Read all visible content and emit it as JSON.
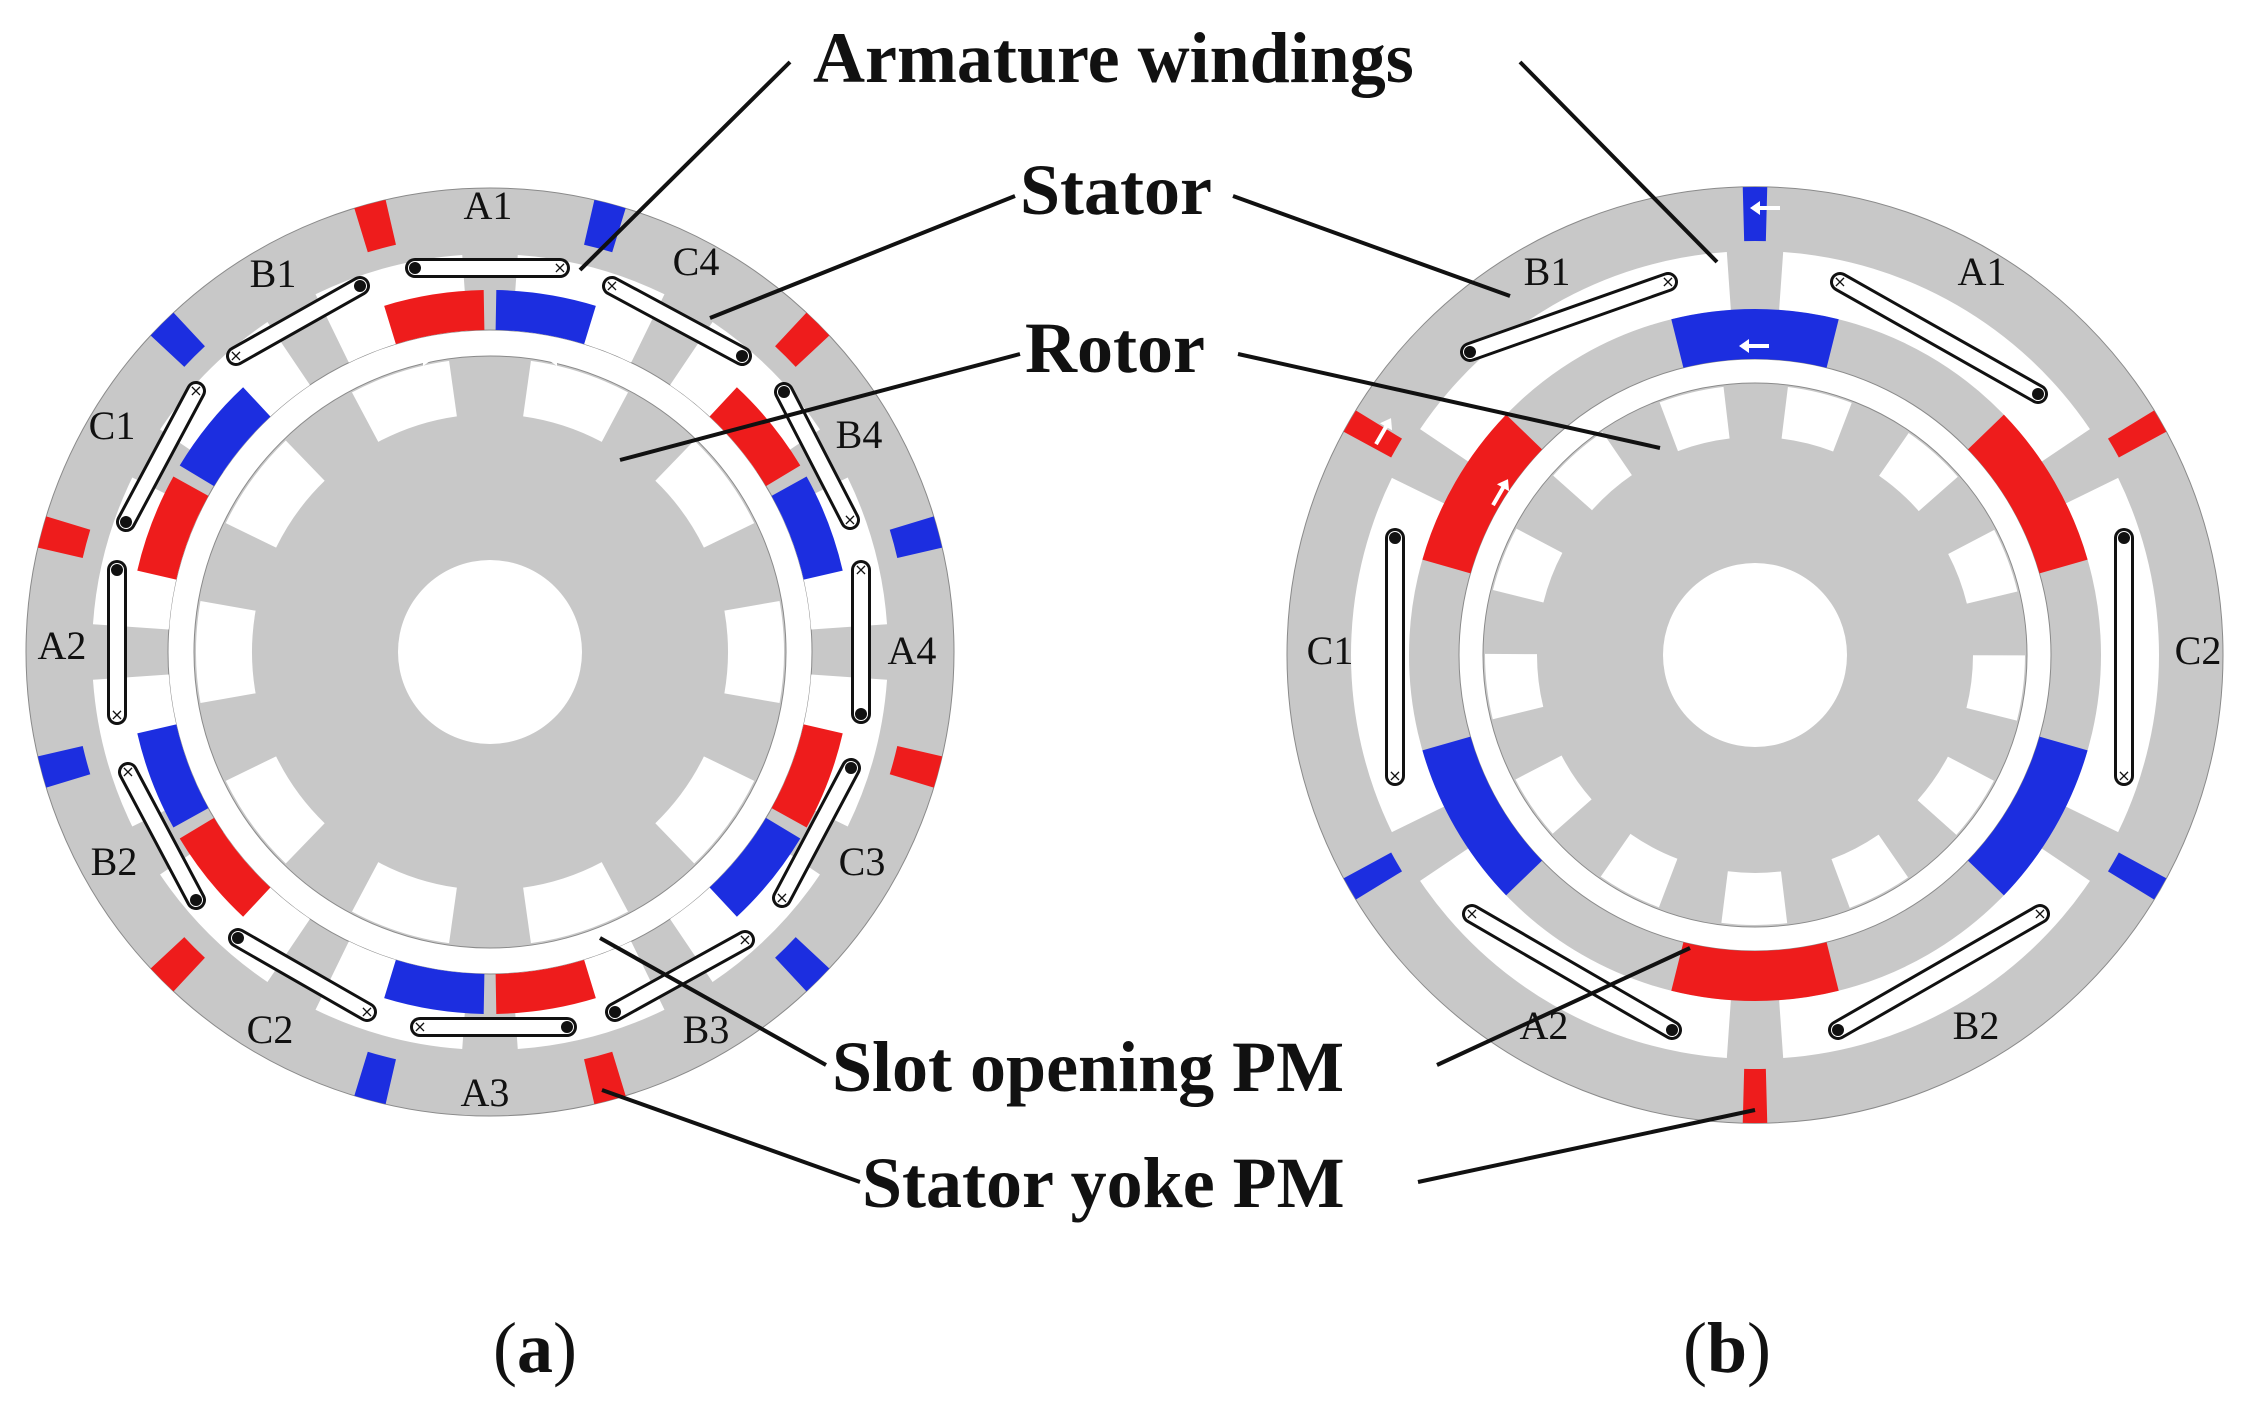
{
  "colors": {
    "iron": "#c8c8c8",
    "slot": "#ffffff",
    "pm_north": "#ee1c1c",
    "pm_south": "#1c2ee0",
    "outline": "#8a8a8a",
    "leader": "#111111"
  },
  "callouts": {
    "armature_windings": "Armature windings",
    "stator": "Stator",
    "rotor": "Rotor",
    "slot_opening_pm": "Slot opening  PM",
    "stator_yoke_pm": "Stator yoke PM"
  },
  "panel_a": {
    "label_open": "(",
    "label_letter": "a",
    "label_close": ")",
    "slot_labels": [
      "A1",
      "C4",
      "B4",
      "A4",
      "C3",
      "B3",
      "A3",
      "C2",
      "B2",
      "A2",
      "C1",
      "B1"
    ]
  },
  "panel_b": {
    "label_open": "(",
    "label_letter": "b",
    "label_close": ")",
    "slot_labels": [
      "A1",
      "C2",
      "B2",
      "A2",
      "C1",
      "B1"
    ]
  }
}
